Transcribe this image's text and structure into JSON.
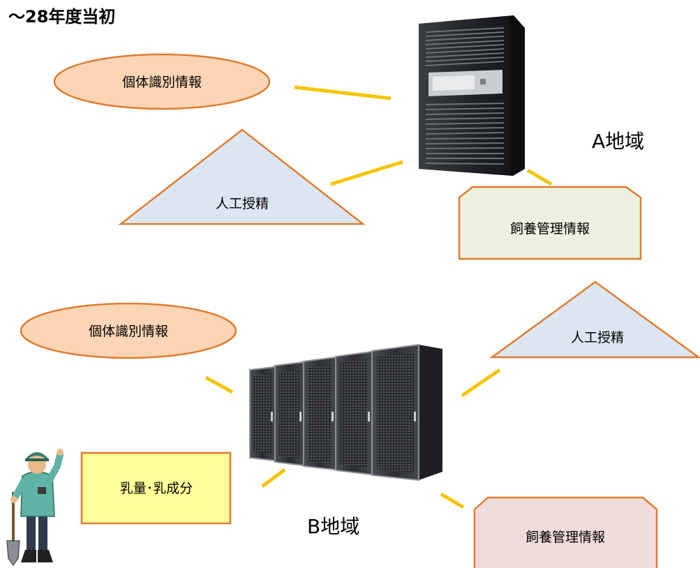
{
  "title": "〜28年度当初",
  "region_a": {
    "label": "A地域",
    "nodes": {
      "individual_id": "個体識別情報",
      "artificial_insemination": "人工授精",
      "feeding_management": "飼養管理情報"
    }
  },
  "region_b": {
    "label": "B地域",
    "nodes": {
      "individual_id": "個体識別情報",
      "artificial_insemination": "人工授精",
      "milk_yield": "乳量･乳成分",
      "feeding_management": "飼養管理情報"
    }
  },
  "colors": {
    "connector": "#f5c400",
    "ellipse_fill": "#fbd5b5",
    "ellipse_stroke": "#e07b2f",
    "triangle_fill": "#dce6f2",
    "triangle_stroke": "#e07b2f",
    "box_a_fill": "#ebf1de",
    "box_b_fill": "#f2dcdb",
    "milk_box_fill": "#ffff99",
    "shape_stroke": "#e07b2f"
  },
  "icons": [
    "tower-server-icon",
    "server-rack-icon",
    "farmer-icon"
  ]
}
